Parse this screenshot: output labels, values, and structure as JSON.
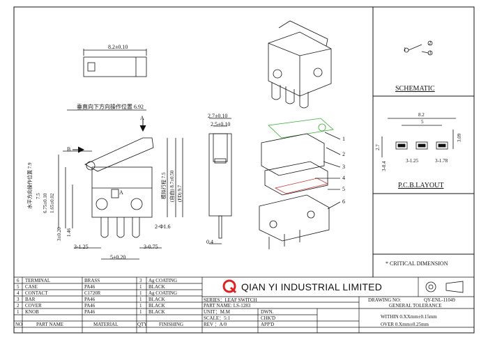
{
  "top_view": {
    "width_dim": "8.2±0.10"
  },
  "front_view": {
    "op_position_note": "垂直向下方向操作位置 6.92",
    "label_A": "A",
    "label_B": "B",
    "label_A_body": "A",
    "dims_left": [
      "水平方向操作位置 7.9",
      "7.5",
      "6.75±0.10",
      "1.65±0.02",
      "3±0.20",
      "1.46"
    ],
    "dims_right": [
      "模拟行程 7.5",
      "(自由) 8.7±0.50",
      "(FD) 9.7"
    ],
    "dims_bottom": [
      "3-1.25",
      "5±0.20",
      "3-0.75"
    ],
    "hole_dim": "2-Φ1.6"
  },
  "side_view": {
    "dims_top": [
      "2.7±0.10",
      "2.5±0.10"
    ],
    "thickness": "0.4"
  },
  "exploded_view": {
    "callouts": [
      "1",
      "2",
      "3",
      "4",
      "5",
      "6"
    ]
  },
  "schematic": {
    "title": "SCHEMATIC",
    "pins": [
      "1",
      "2",
      "3"
    ]
  },
  "pcb": {
    "title": "P.C.B.LAYOUT",
    "dims": [
      "8.2",
      "5",
      "2.7",
      "3.09",
      "3-0.4",
      "3-1.25",
      "3-1.78"
    ]
  },
  "critical_note": "* CRITICAL  DIMENSION",
  "title_block": {
    "company": "QIAN YI INDUSTRIAL LIMITED",
    "headers": {
      "no": "NO",
      "part_name": "PART NAME",
      "material": "MATERIAL",
      "qty": "QTY",
      "finishing": "FINISHING"
    },
    "parts": [
      {
        "no": "6",
        "part": "TERMINAL",
        "material": "BRASS",
        "qty": "3",
        "finishing": "Ag COATING"
      },
      {
        "no": "5",
        "part": "CASE",
        "material": "PA46",
        "qty": "1",
        "finishing": "BLACK"
      },
      {
        "no": "4",
        "part": "CONTACT",
        "material": "C1720R",
        "qty": "1",
        "finishing": "Ag COATING"
      },
      {
        "no": "3",
        "part": "BAR",
        "material": "PA46",
        "qty": "1",
        "finishing": "BLACK"
      },
      {
        "no": "2",
        "part": "COVER",
        "material": "PA46",
        "qty": "1",
        "finishing": "BLACK"
      },
      {
        "no": "1",
        "part": "KNOB",
        "material": "PA46",
        "qty": "1",
        "finishing": "BLACK"
      }
    ],
    "series": "SERIES：LEAF SWITCH",
    "part_name": "PART NAME: LS-1283",
    "unit": "UNIT：M.M",
    "scale": "SCALE：5:1",
    "rev": "REV  ：A/0",
    "dwn": "DWN.",
    "chkd": "CHK'D",
    "appd": "APP'D",
    "drawing_no_label": "DRAWING NO:",
    "drawing_no": "QY-ENL-11049",
    "general_tolerance": "GENERAL TOLERANCE",
    "tol_within": "WITHIN  0.XXmm±0.15mm",
    "tol_over": "OVER   0.Xmm±0.25mm"
  },
  "colors": {
    "watermark": "#28aae6",
    "line": "#111111"
  }
}
